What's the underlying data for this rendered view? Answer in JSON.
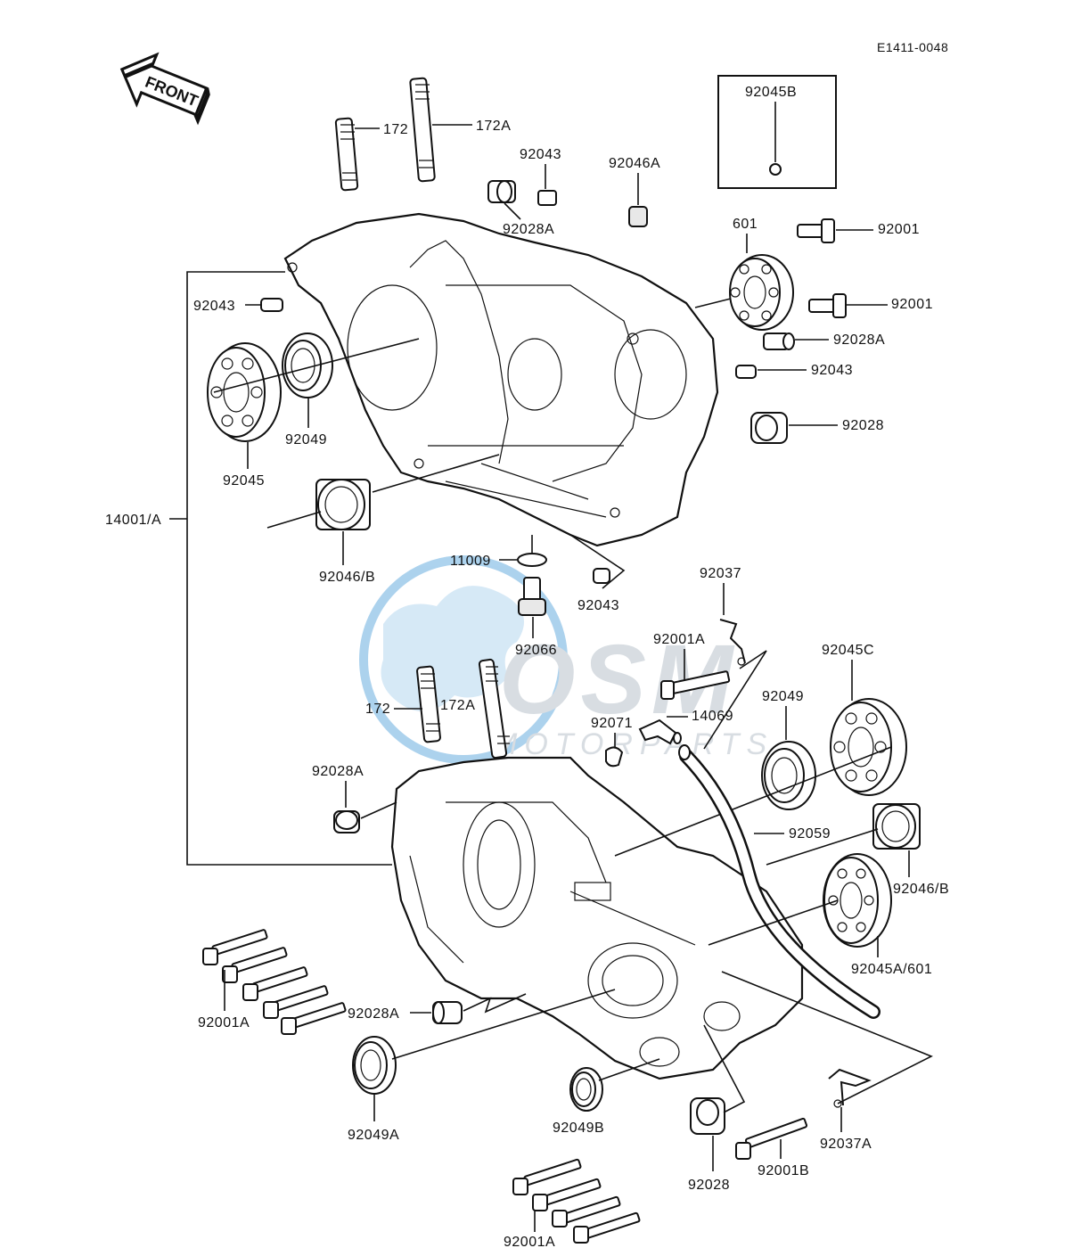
{
  "ref_code": "E1411-0048",
  "front_arrow": {
    "text": "FRONT"
  },
  "watermark": {
    "brand": "OSM",
    "sub": "MOTORPARTS",
    "colors": {
      "globe": "#6aaee0",
      "text": "#b9c3cc"
    }
  },
  "labels": {
    "l172_top": "172",
    "l172a_top": "172A",
    "l92043_top": "92043",
    "l92028a_top": "92028A",
    "l92046a": "92046A",
    "l92045b": "92045B",
    "l601": "601",
    "l92001_a": "92001",
    "l92001_b": "92001",
    "l92028a_r": "92028A",
    "l92043_r": "92043",
    "l92028_r": "92028",
    "l92043_l": "92043",
    "l92049_l": "92049",
    "l92045_l": "92045",
    "l14001": "14001/A",
    "l92046b_l": "92046/B",
    "l11009": "11009",
    "l92043_mid": "92043",
    "l92066": "92066",
    "l92037": "92037",
    "l92001a_mid": "92001A",
    "l92045c": "92045C",
    "l172_low": "172",
    "l172a_low": "172A",
    "l92071": "92071",
    "l14069": "14069",
    "l92049_r": "92049",
    "l92028a_low": "92028A",
    "l92059": "92059",
    "l92046b_r": "92046/B",
    "l92045a601": "92045A/601",
    "l92001a_left": "92001A",
    "l92028a_bot": "92028A",
    "l92049a": "92049A",
    "l92049b": "92049B",
    "l92028_bot": "92028",
    "l92001b": "92001B",
    "l92037a": "92037A",
    "l92001a_bot": "92001A"
  }
}
